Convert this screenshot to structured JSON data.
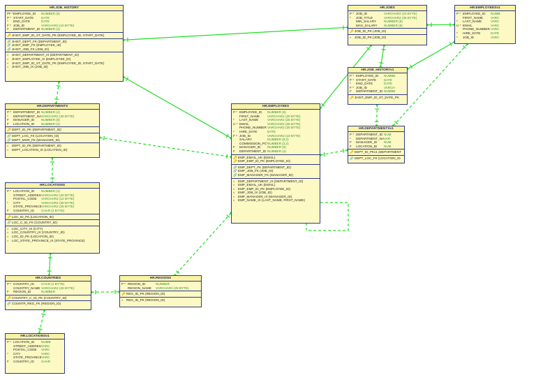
{
  "diagram": {
    "tables": [
      {
        "id": "job_history",
        "title": "HR.JOB_HISTORY",
        "columns": [
          {
            "flag": "PF *",
            "name": "EMPLOYEE_ID",
            "type": "NUMBER (6)"
          },
          {
            "flag": "P *",
            "name": "START_DATE",
            "type": "DATE"
          },
          {
            "flag": "*",
            "name": "END_DATE",
            "type": "DATE"
          },
          {
            "flag": "F *",
            "name": "JOB_ID",
            "type": "VARCHAR2 (10 BYTE)"
          },
          {
            "flag": "F",
            "name": "DEPARTMENT_ID",
            "type": "NUMBER (4)"
          }
        ],
        "keys": [
          [
            {
              "icon": "pk",
              "name": "JHIST_EMP_ID_ST_DATE_PK (EMPLOYEE_ID, START_DATE)"
            }
          ],
          [
            {
              "icon": "fk",
              "name": "JHIST_DEPT_FK (DEPARTMENT_ID)"
            },
            {
              "icon": "fk",
              "name": "JHIST_EMP_FK (EMPLOYEE_ID)"
            },
            {
              "icon": "fk",
              "name": "JHIST_JOB_FK (JOB_ID)"
            }
          ],
          [
            {
              "icon": "ix",
              "name": "JHIST_DEPARTMENT_IX (DEPARTMENT_ID)"
            },
            {
              "icon": "ix",
              "name": "JHIST_EMPLOYEE_IX (EMPLOYEE_ID)"
            },
            {
              "icon": "ix",
              "name": "JHIST_EMP_ID_ST_DATE_PK (EMPLOYEE_ID, START_DATE)"
            },
            {
              "icon": "ix",
              "name": "JHIST_JOB_IX (JOB_ID)"
            }
          ]
        ]
      },
      {
        "id": "jobs",
        "title": "HR.JOBS",
        "columns": [
          {
            "flag": "P *",
            "name": "JOB_ID",
            "type": "VARCHAR2 (10 BYTE)"
          },
          {
            "flag": "*",
            "name": "JOB_TITLE",
            "type": "VARCHAR2 (35 BYTE)"
          },
          {
            "flag": "",
            "name": "MIN_SALARY",
            "type": "NUMBER (6)"
          },
          {
            "flag": "",
            "name": "MAX_SALARY",
            "type": "NUMBER (6)"
          }
        ],
        "keys": [
          [
            {
              "icon": "pk",
              "name": "JOB_ID_PK (JOB_ID)"
            }
          ],
          [
            {
              "icon": "ix",
              "name": "JOB_ID_PK (JOB_ID)"
            }
          ]
        ]
      },
      {
        "id": "employees_v1",
        "title": "HR.EMPLOYEESv1",
        "columns": [
          {
            "flag": "P *",
            "name": "EMPLOYEE_ID",
            "type": "NUMB"
          },
          {
            "flag": "",
            "name": "FIRST_NAME",
            "type": "VARC"
          },
          {
            "flag": "*",
            "name": "LAST_NAME",
            "type": "VARC"
          },
          {
            "flag": "U *",
            "name": "EMAIL",
            "type": "VARC"
          },
          {
            "flag": "",
            "name": "PHONE_NUMBER",
            "type": "VARC"
          },
          {
            "flag": "*",
            "name": "HIRE_DATE",
            "type": "DATE"
          },
          {
            "flag": "*",
            "name": "JOB_ID",
            "type": "VARC"
          }
        ],
        "keys": []
      },
      {
        "id": "job_history_v1",
        "title": "HR.JOB_HISTORYv1",
        "columns": [
          {
            "flag": "P *",
            "name": "EMPLOYEE_ID",
            "type": "NUMBE"
          },
          {
            "flag": "P *",
            "name": "START_DATE",
            "type": "DATE"
          },
          {
            "flag": "*",
            "name": "END_DATE",
            "type": "DATE"
          },
          {
            "flag": "F *",
            "name": "JOB_ID",
            "type": "VARCH"
          },
          {
            "flag": "F",
            "name": "DEPARTMENT_ID",
            "type": "NUMBE"
          }
        ],
        "keys": [
          [
            {
              "icon": "pk",
              "name": "JHIST_EMP_ID_ST_DATE_PK"
            }
          ]
        ]
      },
      {
        "id": "departments",
        "title": "HR.DEPARTMENTS",
        "columns": [
          {
            "flag": "P *",
            "name": "DEPARTMENT_ID",
            "type": "NUMBER (4)"
          },
          {
            "flag": "*",
            "name": "DEPARTMENT_NAME",
            "type": "VARCHAR2 (30 BYTE)"
          },
          {
            "flag": "F",
            "name": "MANAGER_ID",
            "type": "NUMBER (6)"
          },
          {
            "flag": "F",
            "name": "LOCATION_ID",
            "type": "NUMBER (4)"
          }
        ],
        "keys": [
          [
            {
              "icon": "pk",
              "name": "DEPT_ID_PK (DEPARTMENT_ID)"
            }
          ],
          [
            {
              "icon": "fk",
              "name": "DEPT_LOC_FK (LOCATION_ID)"
            },
            {
              "icon": "fk",
              "name": "DEPT_MGR_FK (MANAGER_ID)"
            }
          ],
          [
            {
              "icon": "ix",
              "name": "DEPT_ID_PK (DEPARTMENT_ID)"
            },
            {
              "icon": "ix",
              "name": "DEPT_LOCATION_IX (LOCATION_ID)"
            }
          ]
        ]
      },
      {
        "id": "employees",
        "title": "HR.EMPLOYEES",
        "columns": [
          {
            "flag": "P *",
            "name": "EMPLOYEE_ID",
            "type": "NUMBER (6)"
          },
          {
            "flag": "",
            "name": "FIRST_NAME",
            "type": "VARCHAR2 (20 BYTE)"
          },
          {
            "flag": "*",
            "name": "LAST_NAME",
            "type": "VARCHAR2 (25 BYTE)"
          },
          {
            "flag": "U *",
            "name": "EMAIL",
            "type": "VARCHAR2 (25 BYTE)"
          },
          {
            "flag": "",
            "name": "PHONE_NUMBER",
            "type": "VARCHAR2 (20 BYTE)"
          },
          {
            "flag": "*",
            "name": "HIRE_DATE",
            "type": "DATE"
          },
          {
            "flag": "F *",
            "name": "JOB_ID",
            "type": "VARCHAR2 (10 BYTE)"
          },
          {
            "flag": "",
            "name": "SALARY",
            "type": "NUMBER (8,2)"
          },
          {
            "flag": "",
            "name": "COMMISSION_PCT",
            "type": "NUMBER (2,2)"
          },
          {
            "flag": "F",
            "name": "MANAGER_ID",
            "type": "NUMBER (6)"
          },
          {
            "flag": "F",
            "name": "DEPARTMENT_ID",
            "type": "NUMBER (4)"
          }
        ],
        "keys": [
          [
            {
              "icon": "uk",
              "name": "EMP_EMAIL_UK (EMAIL)"
            },
            {
              "icon": "pk",
              "name": "EMP_EMP_ID_PK (EMPLOYEE_ID)"
            }
          ],
          [
            {
              "icon": "fk",
              "name": "EMP_DEPT_FK (DEPARTMENT_ID)"
            },
            {
              "icon": "fk",
              "name": "EMP_JOB_FK (JOB_ID)"
            },
            {
              "icon": "fk",
              "name": "EMP_MANAGER_FK (MANAGER_ID)"
            }
          ],
          [
            {
              "icon": "ix",
              "name": "EMP_DEPARTMENT_IX (DEPARTMENT_ID)"
            },
            {
              "icon": "ix",
              "name": "EMP_EMAIL_UK (EMAIL)"
            },
            {
              "icon": "ix",
              "name": "EMP_EMP_ID_PK (EMPLOYEE_ID)"
            },
            {
              "icon": "ix",
              "name": "EMP_JOB_IX (JOB_ID)"
            },
            {
              "icon": "ix",
              "name": "EMP_MANAGER_IX (MANAGER_ID)"
            },
            {
              "icon": "ix",
              "name": "EMP_NAME_IX (LAST_NAME, FIRST_NAME)"
            }
          ]
        ]
      },
      {
        "id": "departments_v1",
        "title": "HR.DEPARTMENTSv1",
        "columns": [
          {
            "flag": "P *",
            "name": "DEPARTMENT_ID",
            "type": "NUM"
          },
          {
            "flag": "*",
            "name": "DEPARTMENT_NAME",
            "type": "VAR"
          },
          {
            "flag": "F",
            "name": "MANAGER_ID",
            "type": "NUM"
          },
          {
            "flag": "F",
            "name": "LOCATION_ID",
            "type": "NUM"
          }
        ],
        "keys": [
          [
            {
              "icon": "pk",
              "name": "DEPT_ID_PKv1 (DEPARTMENT"
            }
          ],
          [
            {
              "icon": "fk",
              "name": "DEPT_LOC_FK (LOCATION_ID"
            }
          ]
        ]
      },
      {
        "id": "locations",
        "title": "HR.LOCATIONS",
        "columns": [
          {
            "flag": "P *",
            "name": "LOCATION_ID",
            "type": "NUMBER (4)"
          },
          {
            "flag": "",
            "name": "STREET_ADDRESS",
            "type": "VARCHAR2 (40 BYTE)"
          },
          {
            "flag": "",
            "name": "POSTAL_CODE",
            "type": "VARCHAR2 (12 BYTE)"
          },
          {
            "flag": "*",
            "name": "CITY",
            "type": "VARCHAR2 (30 BYTE)"
          },
          {
            "flag": "",
            "name": "STATE_PROVINCE",
            "type": "VARCHAR2 (25 BYTE)"
          },
          {
            "flag": "F",
            "name": "COUNTRY_ID",
            "type": "CHAR (2 BYTE)"
          }
        ],
        "keys": [
          [
            {
              "icon": "pk",
              "name": "LOC_ID_PK (LOCATION_ID)"
            }
          ],
          [
            {
              "icon": "fk",
              "name": "LOC_C_ID_FK (COUNTRY_ID)"
            }
          ],
          [
            {
              "icon": "ix",
              "name": "LOC_CITY_IX (CITY)"
            },
            {
              "icon": "ix",
              "name": "LOC_COUNTRY_IX (COUNTRY_ID)"
            },
            {
              "icon": "ix",
              "name": "LOC_ID_PK (LOCATION_ID)"
            },
            {
              "icon": "ix",
              "name": "LOC_STATE_PROVINCE_IX (STATE_PROVINCE)"
            }
          ]
        ]
      },
      {
        "id": "countries",
        "title": "HR.COUNTRIES",
        "columns": [
          {
            "flag": "P *",
            "name": "COUNTRY_ID",
            "type": "CHAR (2 BYTE)"
          },
          {
            "flag": "",
            "name": "COUNTRY_NAME",
            "type": "VARCHAR2 (40 BYTE)"
          },
          {
            "flag": "F",
            "name": "REGION_ID",
            "type": "NUMBER"
          }
        ],
        "keys": [
          [
            {
              "icon": "pk",
              "name": "COUNTRY_C_ID_PK (COUNTRY_ID)"
            }
          ],
          [
            {
              "icon": "fk",
              "name": "COUNTR_REG_FK (REGION_ID)"
            }
          ]
        ]
      },
      {
        "id": "regions",
        "title": "HR.REGIONS",
        "columns": [
          {
            "flag": "P *",
            "name": "REGION_ID",
            "type": "NUMBER"
          },
          {
            "flag": "",
            "name": "REGION_NAME",
            "type": "VARCHAR2 (25 BYTE)"
          }
        ],
        "keys": [
          [
            {
              "icon": "pk",
              "name": "REG_ID_PK (REGION_ID)"
            }
          ],
          [
            {
              "icon": "ix",
              "name": "REG_ID_PK (REGION_ID)"
            }
          ]
        ]
      },
      {
        "id": "locations_v1",
        "title": "HR.LOCATIONSv1",
        "columns": [
          {
            "flag": "P *",
            "name": "LOCATION_ID",
            "type": "NUMB"
          },
          {
            "flag": "",
            "name": "STREET_ADDRESS",
            "type": "VARC"
          },
          {
            "flag": "",
            "name": "POSTAL_CODE",
            "type": "VARC"
          },
          {
            "flag": "*",
            "name": "CITY",
            "type": "VARC"
          },
          {
            "flag": "",
            "name": "STATE_PROVINCE",
            "type": "VARC"
          },
          {
            "flag": "F",
            "name": "COUNTRY_ID",
            "type": "CHAR"
          }
        ],
        "keys": []
      }
    ],
    "links": [
      {
        "from": "job_history",
        "to": "jobs",
        "style": "solid"
      },
      {
        "from": "job_history",
        "to": "departments",
        "style": "dashed"
      },
      {
        "from": "job_history",
        "to": "employees",
        "style": "solid"
      },
      {
        "from": "departments",
        "to": "employees",
        "style": "dashed"
      },
      {
        "from": "departments",
        "to": "locations",
        "style": "dashed"
      },
      {
        "from": "locations",
        "to": "countries",
        "style": "solid"
      },
      {
        "from": "countries",
        "to": "regions",
        "style": "dashed"
      },
      {
        "from": "countries",
        "to": "locations_v1",
        "style": "dashed"
      },
      {
        "from": "employees",
        "to": "jobs",
        "style": "solid"
      },
      {
        "from": "employees",
        "to": "employees",
        "style": "dashed"
      },
      {
        "from": "employees",
        "to": "regions",
        "style": "dashed"
      },
      {
        "from": "jobs",
        "to": "employees_v1",
        "style": "solid"
      },
      {
        "from": "jobs",
        "to": "job_history_v1",
        "style": "solid"
      },
      {
        "from": "employees_v1",
        "to": "job_history_v1",
        "style": "solid"
      },
      {
        "from": "employees_v1",
        "to": "departments_v1",
        "style": "dashed"
      },
      {
        "from": "job_history_v1",
        "to": "departments_v1",
        "style": "dashed"
      },
      {
        "from": "departments_v1",
        "to": "employees",
        "style": "dashed"
      }
    ]
  },
  "colors": {
    "table_bg": "#fdf9c4",
    "table_border": "#2c3a8c",
    "title_text": "#1d2a80",
    "type_text": "#2f8f2f",
    "link": "#22dd22"
  }
}
